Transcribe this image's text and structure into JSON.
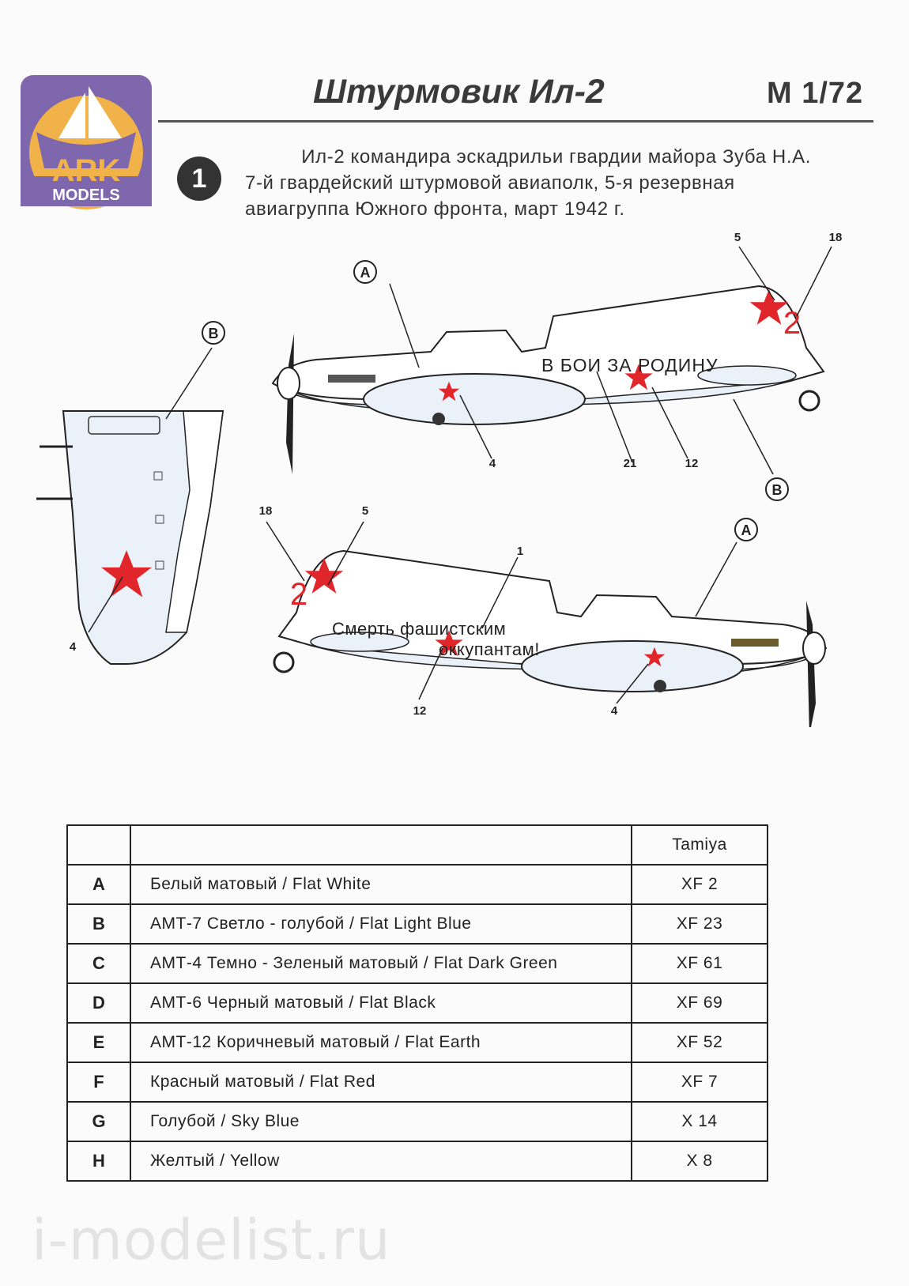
{
  "header": {
    "brand_top": "ARK",
    "brand_bottom": "MODELS",
    "registered_mark": "®",
    "title": "Штурмовик Ил-2",
    "scale": "M 1/72"
  },
  "scheme": {
    "number": "1",
    "description_lines": [
      "Ил-2 командира эскадрильи гвардии майора Зуба Н.А.",
      "7-й гвардейский штурмовой авиаполк, 5-я резервная",
      "авиагруппа Южного фронта, март 1942 г."
    ]
  },
  "drawing": {
    "callout_A": "A",
    "callout_B": "B",
    "slogan_right_side": "В БОИ ЗА РОДИНУ",
    "slogan_left_side_1": "Смерть фашистским",
    "slogan_left_side_2": "оккупантам!",
    "tail_number": "2",
    "decal_numbers": {
      "n1": "1",
      "n4": "4",
      "n5": "5",
      "n12": "12",
      "n18": "18",
      "n21": "21"
    },
    "colors": {
      "star_red": "#e0262b",
      "aircraft_white": "#ffffff",
      "underside_blue": "#eaf1f8",
      "outline": "#222222"
    }
  },
  "paint_table": {
    "header": {
      "code": "",
      "name": "",
      "tamiya": "Tamiya"
    },
    "rows": [
      {
        "code": "A",
        "name": "Белый матовый / Flat White",
        "tamiya": "XF 2"
      },
      {
        "code": "B",
        "name": "АМТ-7 Светло - голубой / Flat Light Blue",
        "tamiya": "XF 23"
      },
      {
        "code": "C",
        "name": "АМТ-4 Темно - Зеленый матовый / Flat Dark Green",
        "tamiya": "XF 61"
      },
      {
        "code": "D",
        "name": "АМТ-6 Черный матовый / Flat Black",
        "tamiya": "XF 69"
      },
      {
        "code": "E",
        "name": "АМТ-12 Коричневый матовый / Flat Earth",
        "tamiya": "XF 52"
      },
      {
        "code": "F",
        "name": "Красный матовый / Flat Red",
        "tamiya": "XF 7"
      },
      {
        "code": "G",
        "name": "Голубой / Sky Blue",
        "tamiya": "X 14"
      },
      {
        "code": "H",
        "name": "Желтый / Yellow",
        "tamiya": "X 8"
      }
    ]
  },
  "watermark": "i-modelist.ru"
}
